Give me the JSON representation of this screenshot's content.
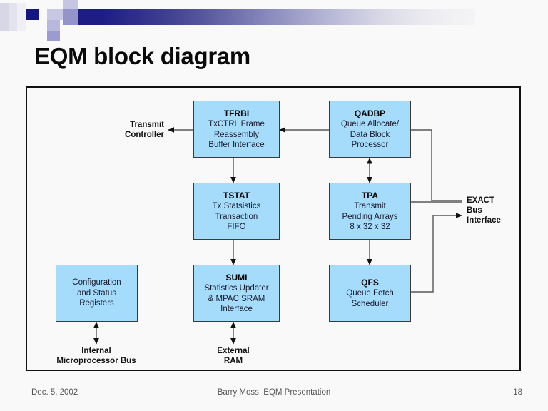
{
  "slide": {
    "title": "EQM block diagram"
  },
  "footer": {
    "date": "Dec. 5, 2002",
    "center": "Barry Moss: EQM Presentation",
    "page": "18"
  },
  "blocks": [
    {
      "id": "tfrbi",
      "title": "TFRBI",
      "lines": [
        "TxCTRL Frame",
        "Reassembly",
        "Buffer Interface"
      ]
    },
    {
      "id": "qadbp",
      "title": "QADBP",
      "lines": [
        "Queue Allocate/",
        "Data Block",
        "Processor"
      ]
    },
    {
      "id": "tstat",
      "title": "TSTAT",
      "lines": [
        "Tx Statsistics",
        "Transaction",
        "FIFO"
      ]
    },
    {
      "id": "tpa",
      "title": "TPA",
      "lines": [
        "Transmit",
        "Pending Arrays",
        "8 x 32 x 32"
      ]
    },
    {
      "id": "sumi",
      "title": "SUMI",
      "lines": [
        "Statistics Updater",
        "& MPAC SRAM",
        "Interface"
      ]
    },
    {
      "id": "qfs",
      "title": "QFS",
      "lines": [
        "Queue Fetch",
        "Scheduler"
      ]
    },
    {
      "id": "csr",
      "title": "",
      "lines": [
        "Configuration",
        "and Status",
        "Registers"
      ]
    }
  ],
  "labels": {
    "transmit_controller": "Transmit\nController",
    "exact_bus_interface": "EXACT\nBus\nInterface",
    "internal_bus": "Internal\nMicroprocessor Bus",
    "external_ram": "External\nRAM"
  },
  "colors": {
    "block_fill": "#a5dcfb",
    "block_border": "#3a3a3a",
    "frame_border": "#111111",
    "band_dark": "#1d1d84",
    "band_light": "#f4f4f6",
    "wire": "#595959",
    "footer_text": "#555555"
  }
}
